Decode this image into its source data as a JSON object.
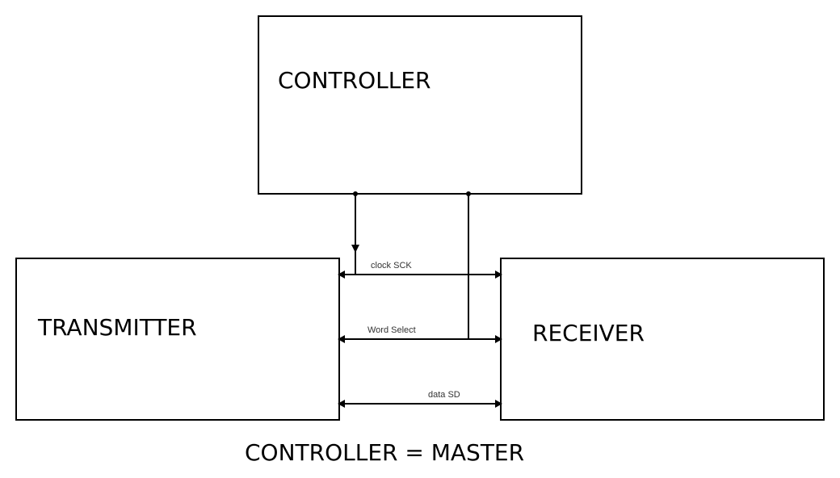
{
  "diagram": {
    "blocks": {
      "controller": {
        "label": "CONTROLLER"
      },
      "transmitter": {
        "label": "TRANSMITTER"
      },
      "receiver": {
        "label": "RECEIVER"
      }
    },
    "signals": {
      "clock": {
        "label": "clock SCK",
        "direction": "bidirectional"
      },
      "word_select": {
        "label": "Word Select",
        "direction": "bidirectional"
      },
      "data": {
        "label": "data SD",
        "direction": "bidirectional"
      }
    },
    "caption": "CONTROLLER = MASTER",
    "colors": {
      "stroke": "#000000",
      "background": "#ffffff",
      "signal_text": "#333333"
    }
  }
}
